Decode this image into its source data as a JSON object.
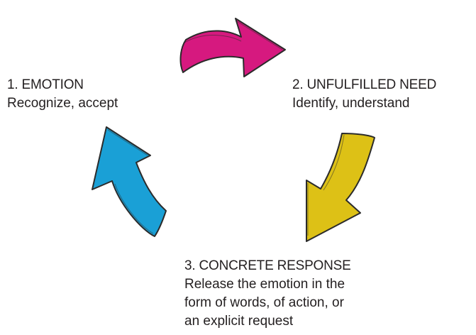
{
  "colors": {
    "step1": "#1aa0d6",
    "step2": "#d6197f",
    "step3": "#ddc116",
    "outline": "#2b2b2b",
    "text": "#231f20"
  },
  "steps": [
    {
      "title": "1. EMOTION",
      "subtitle": "Recognize, accept",
      "icon": "cyan-arrow-up-left-icon"
    },
    {
      "title": "2. UNFULFILLED NEED",
      "subtitle": "Identify, understand",
      "icon": "magenta-arrow-right-icon"
    },
    {
      "title": "3. CONCRETE RESPONSE",
      "lines": [
        "Release the emotion in the",
        "form of words, of action, or",
        "an explicit request"
      ],
      "icon": "yellow-arrow-down-left-icon"
    }
  ]
}
